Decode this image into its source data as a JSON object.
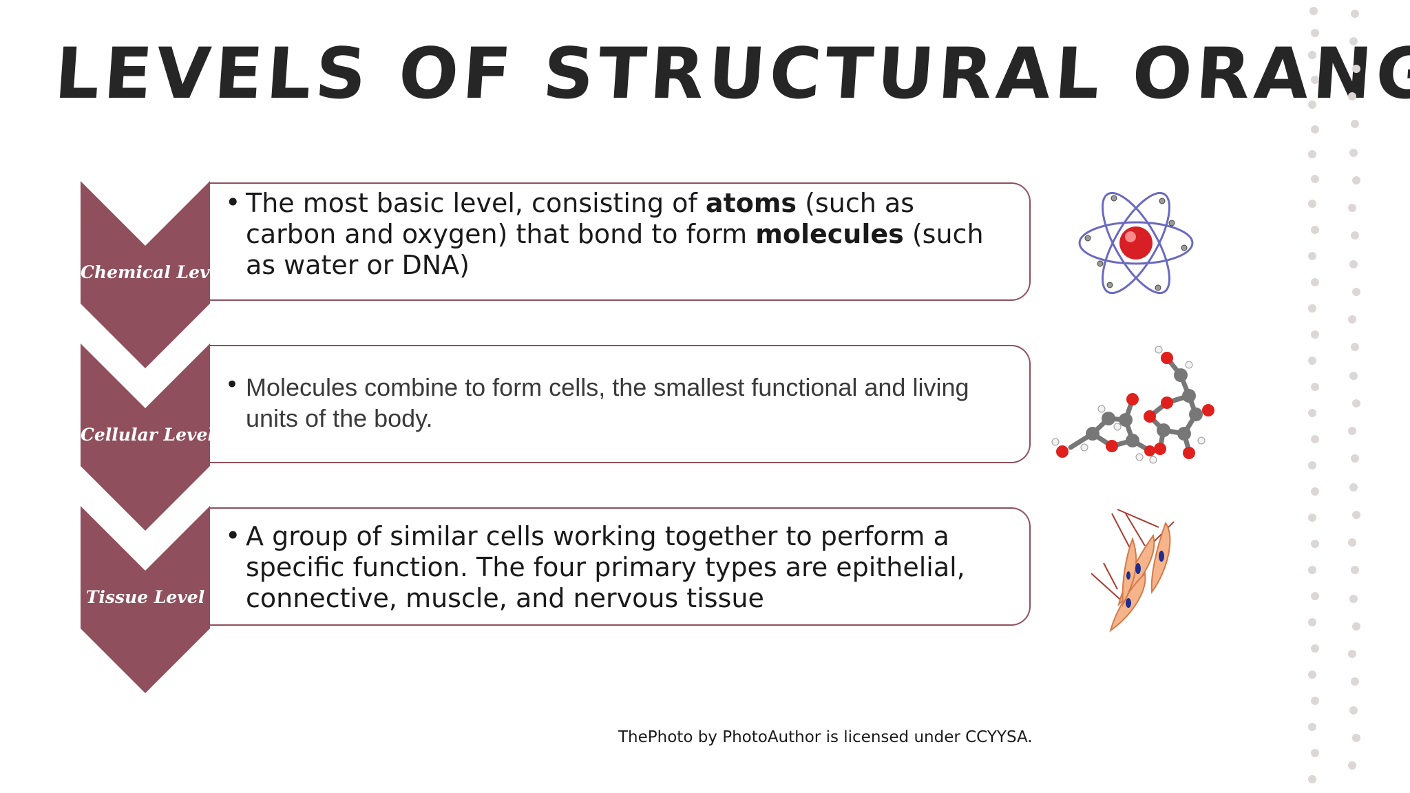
{
  "slide": {
    "title": "LEVELS OF STRUCTURAL ORANGNISM",
    "colors": {
      "accent": "#8f4f5c",
      "text": "#1a1a1a",
      "dots": "#d9d4d4"
    },
    "levels": [
      {
        "label": "Chemical Level",
        "segments": [
          {
            "text": "The most basic level, consisting of ",
            "bold": false
          },
          {
            "text": "atoms",
            "bold": true
          },
          {
            "text": " (such as carbon and oxygen) that bond to form ",
            "bold": false
          },
          {
            "text": "molecules",
            "bold": true
          },
          {
            "text": " (such as water or DNA)",
            "bold": false
          }
        ],
        "image_icon": "atom-icon"
      },
      {
        "label": "Cellular Level",
        "segments": [
          {
            "text": "Molecules combine to form cells, the smallest functional and living units of the body.",
            "bold": false
          }
        ],
        "image_icon": "molecule-icon"
      },
      {
        "label": "Tissue Level",
        "segments": [
          {
            "text": "A group of similar cells working together to perform a specific function. The four primary types are epithelial, connective, muscle, and nervous tissue",
            "bold": false
          }
        ],
        "image_icon": "muscle-cells-icon"
      }
    ],
    "credit": "ThePhoto by PhotoAuthor is licensed under CCYYSA."
  }
}
